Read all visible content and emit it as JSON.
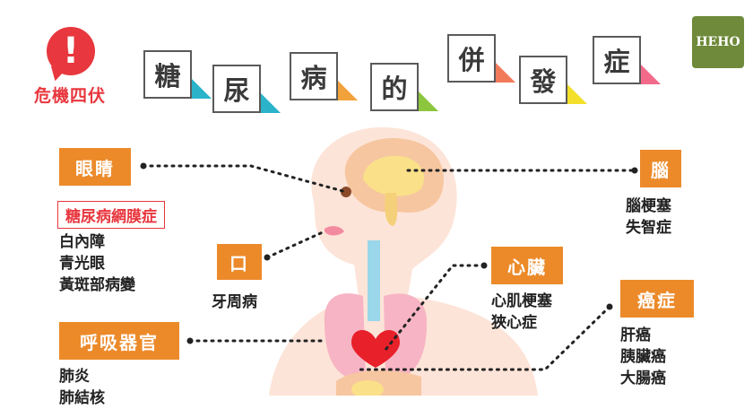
{
  "badge": {
    "mark": "!",
    "label": "危機四伏"
  },
  "title": {
    "chars": [
      "糖",
      "尿",
      "病",
      "的",
      "併",
      "發",
      "症"
    ]
  },
  "logo": {
    "text": "HEHO"
  },
  "sections": {
    "eyes": {
      "label": "眼睛",
      "highlight": "糖尿病網膜症",
      "items": [
        "白內障",
        "青光眼",
        "黃斑部病變"
      ]
    },
    "mouth": {
      "label": "口",
      "items": [
        "牙周病"
      ]
    },
    "respiratory": {
      "label": "呼吸器官",
      "items": [
        "肺炎",
        "肺結核"
      ]
    },
    "brain": {
      "label": "腦",
      "items": [
        "腦梗塞",
        "失智症"
      ]
    },
    "heart": {
      "label": "心臟",
      "items": [
        "心肌梗塞",
        "狹心症"
      ]
    },
    "cancer": {
      "label": "癌症",
      "items": [
        "肝癌",
        "胰臟癌",
        "大腸癌"
      ]
    }
  },
  "colors": {
    "accent_red": "#e8373e",
    "label_orange": "#ec8a2a",
    "skin": "#fde4d8",
    "lung": "#f7b4c4",
    "heart": "#e8202a",
    "brain": "#f6c6a0",
    "logo_green": "#6e8a3a"
  }
}
